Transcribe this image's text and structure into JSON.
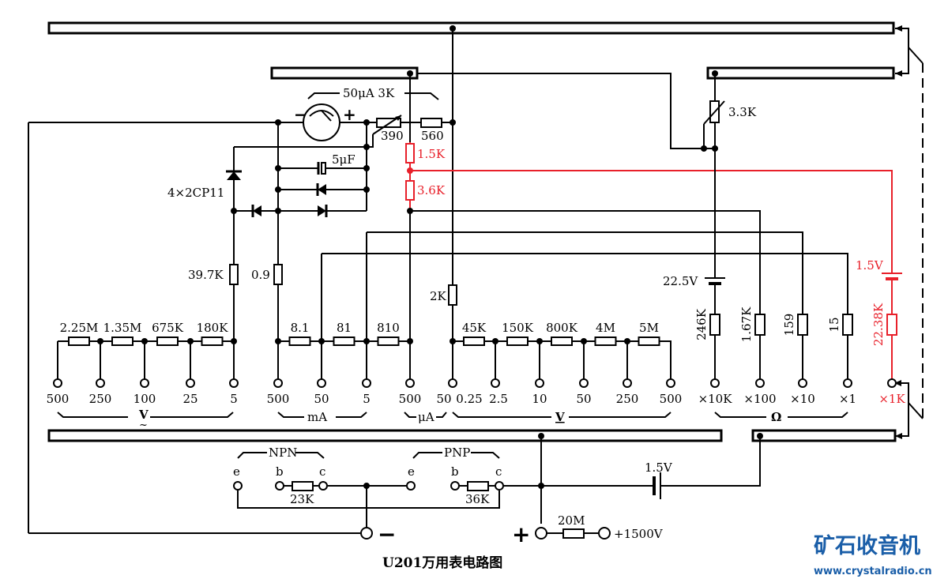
{
  "title": "U201万用表电路图",
  "watermark": {
    "brand": "矿石收音机",
    "url": "www.crystalradio.cn"
  },
  "colors": {
    "wire": "#000000",
    "highlight": "#e8202a",
    "logo": "#1a5ea8"
  },
  "meter": {
    "label": "50μA 3K",
    "minus": "−",
    "plus": "+"
  },
  "top_components": {
    "trimmer": "390",
    "series_res": "560",
    "capacitor": "5μF",
    "diodes": "4×2CP11",
    "ac_res": "39.7K",
    "shunt_res": "0.9",
    "div_upper": "1.5K",
    "div_lower": "3.6K",
    "dc_res": "2K",
    "ohm_adj": "3.3K"
  },
  "ac_voltage": {
    "resistors": [
      "2.25M",
      "1.35M",
      "675K",
      "180K"
    ],
    "terminals": [
      "500",
      "250",
      "100",
      "25",
      "5"
    ],
    "group_label": "V",
    "group_sub": "~"
  },
  "current_ma": {
    "resistors": [
      "8.1",
      "81",
      "810"
    ],
    "terminals": [
      "500",
      "50",
      "5"
    ],
    "group_label": "mA"
  },
  "current_ua": {
    "terminals": [
      "500",
      "50"
    ],
    "group_label": "μA"
  },
  "dc_voltage": {
    "resistors": [
      "45K",
      "150K",
      "800K",
      "4M",
      "5M"
    ],
    "terminals": [
      "0.25",
      "2.5",
      "10",
      "50",
      "250",
      "500"
    ],
    "group_label": "V"
  },
  "ohms": {
    "battery_high": "22.5V",
    "battery_low": "1.5V",
    "resistors": [
      "246K",
      "1.67K",
      "159",
      "15",
      "22.38K"
    ],
    "terminals": [
      "×10K",
      "×100",
      "×10",
      "×1",
      "×1K"
    ],
    "group_label": "Ω"
  },
  "transistor": {
    "npn": {
      "label": "NPN",
      "pins": [
        "e",
        "b",
        "c"
      ],
      "res": "23K"
    },
    "pnp": {
      "label": "PNP",
      "pins": [
        "e",
        "b",
        "c"
      ],
      "res": "36K"
    },
    "battery": "1.5V"
  },
  "output": {
    "minus": "−",
    "plus": "+",
    "hv_res": "20M",
    "hv_label": "+1500V"
  }
}
